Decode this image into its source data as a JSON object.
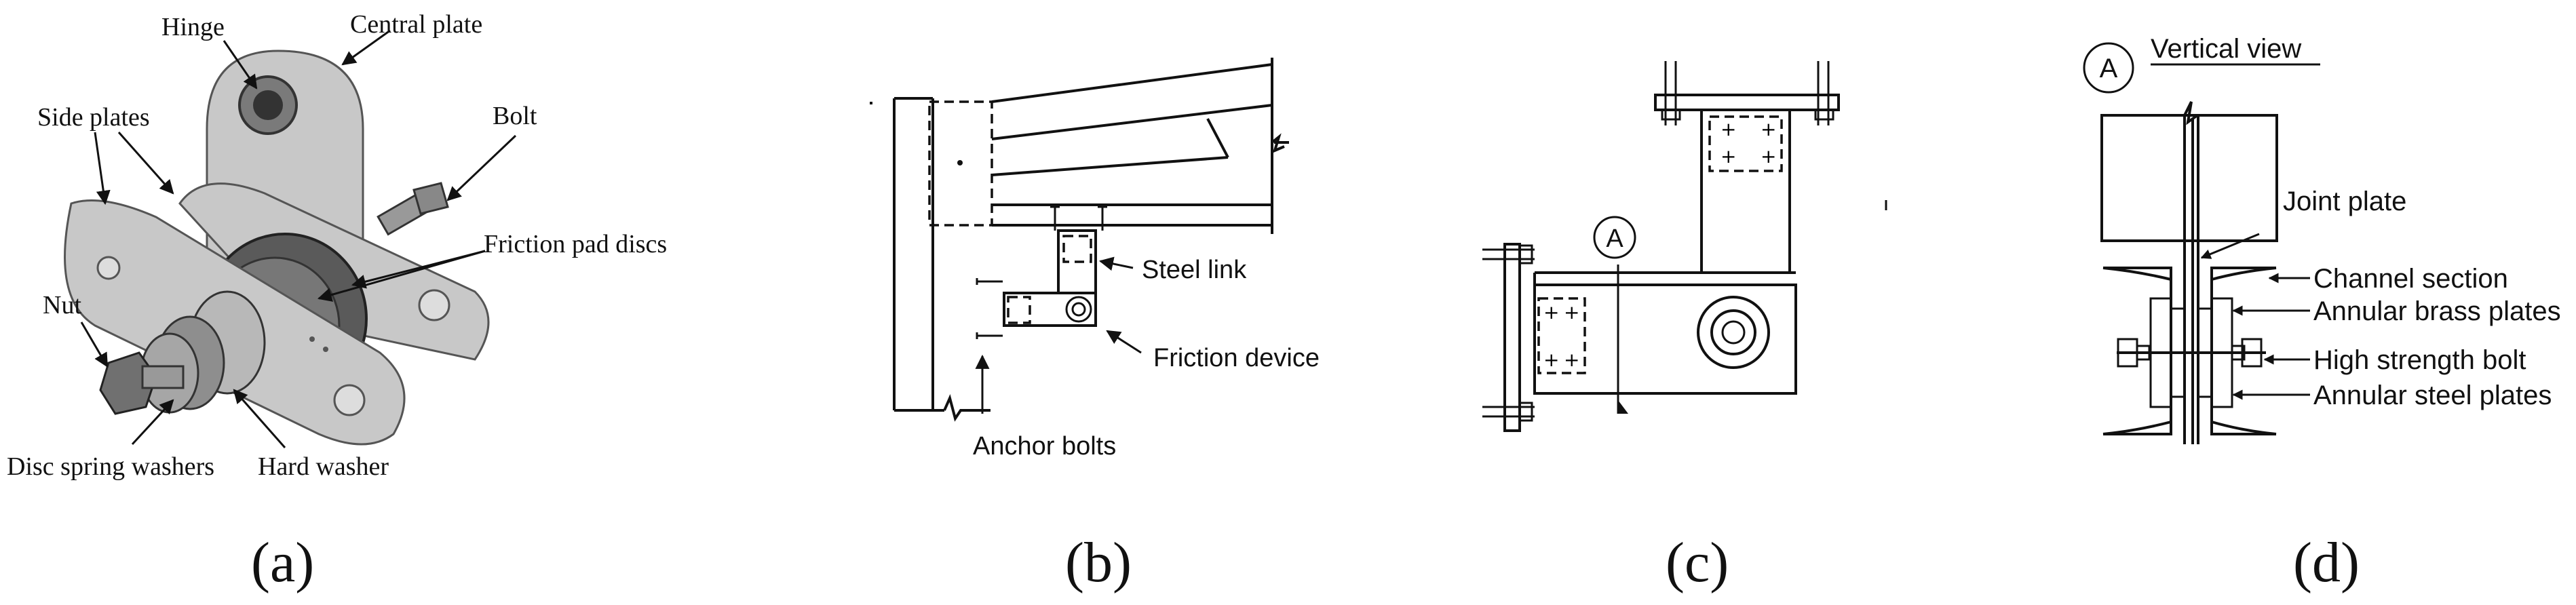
{
  "panel_a": {
    "labels": {
      "hinge": "Hinge",
      "central_plate": "Central plate",
      "side_plates": "Side plates",
      "bolt": "Bolt",
      "friction_pad_discs": "Friction pad discs",
      "nut": "Nut",
      "disc_spring_washers": "Disc spring washers",
      "hard_washer": "Hard washer"
    },
    "caption": "(a)"
  },
  "panel_b": {
    "labels": {
      "steel_link": "Steel link",
      "friction_device": "Friction device",
      "anchor_bolts": "Anchor bolts"
    },
    "caption": "(b)"
  },
  "panel_c": {
    "section_marker": "A",
    "caption": "(c)"
  },
  "panel_d": {
    "section_marker": "A",
    "title": "Vertical view",
    "labels": {
      "joint_plate": "Joint plate",
      "channel_section": "Channel section",
      "annular_brass_plates": "Annular brass plates",
      "high_strength_bolt": "High strength bolt",
      "annular_steel_plates": "Annular steel plates"
    },
    "caption": "(d)"
  }
}
